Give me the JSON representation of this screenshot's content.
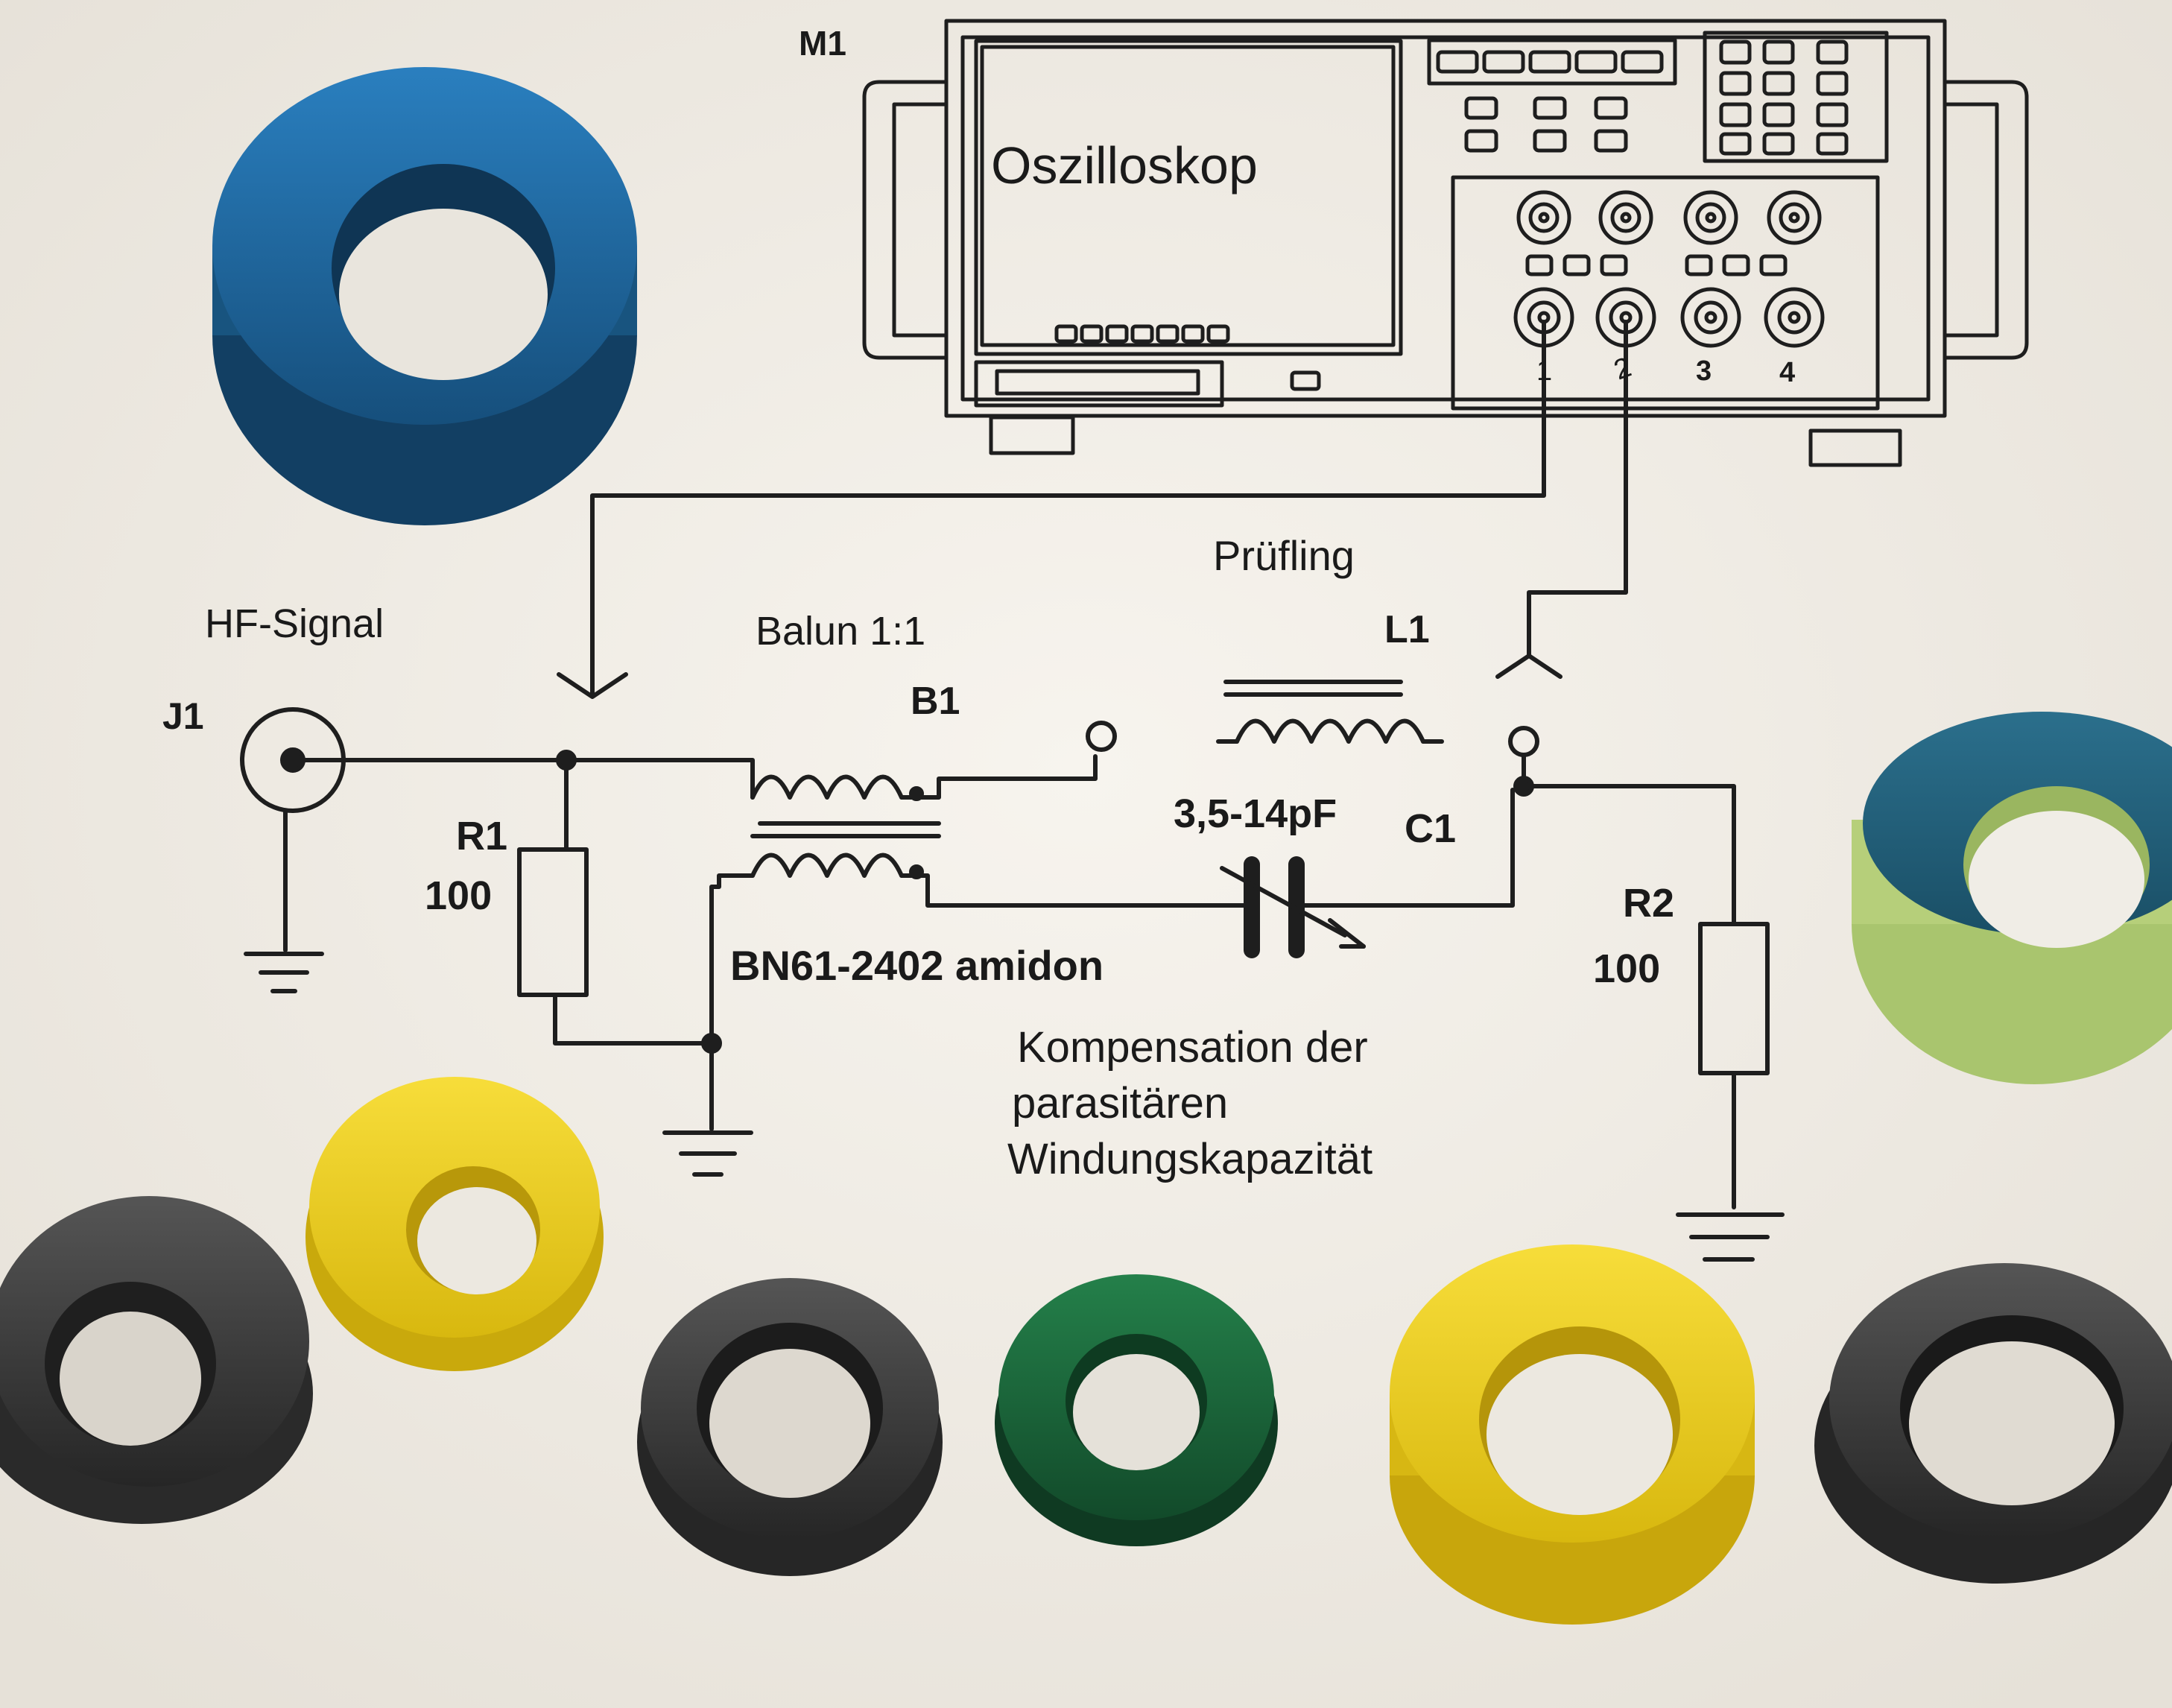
{
  "instrument": {
    "ref": "M1",
    "name": "Oszilloskop",
    "channels": [
      "1",
      "2",
      "3",
      "4"
    ]
  },
  "source": {
    "label": "HF-Signal",
    "ref": "J1"
  },
  "balun": {
    "label": "Balun 1:1",
    "ref": "B1",
    "core": "BN61-2402 amidon"
  },
  "dut": {
    "label": "Prüfling",
    "ref": "L1"
  },
  "capacitor": {
    "ref": "C1",
    "value": "3,5-14pF"
  },
  "resistors": [
    {
      "ref": "R1",
      "value": "100"
    },
    {
      "ref": "R2",
      "value": "100"
    }
  ],
  "note": {
    "lines": [
      "Kompensation der",
      "parasitären",
      "Windungskapazität"
    ]
  },
  "colors": {
    "paper": "#f2efe9",
    "ink": "#1e1e1e",
    "toroid_blue": "#1e6aa0",
    "toroid_teal": "#23607a",
    "toroid_lightgreen": "#b6cf7a",
    "toroid_yellow": "#f0d21e",
    "toroid_green": "#1d6a3c",
    "toroid_black": "#3a3a3a"
  }
}
